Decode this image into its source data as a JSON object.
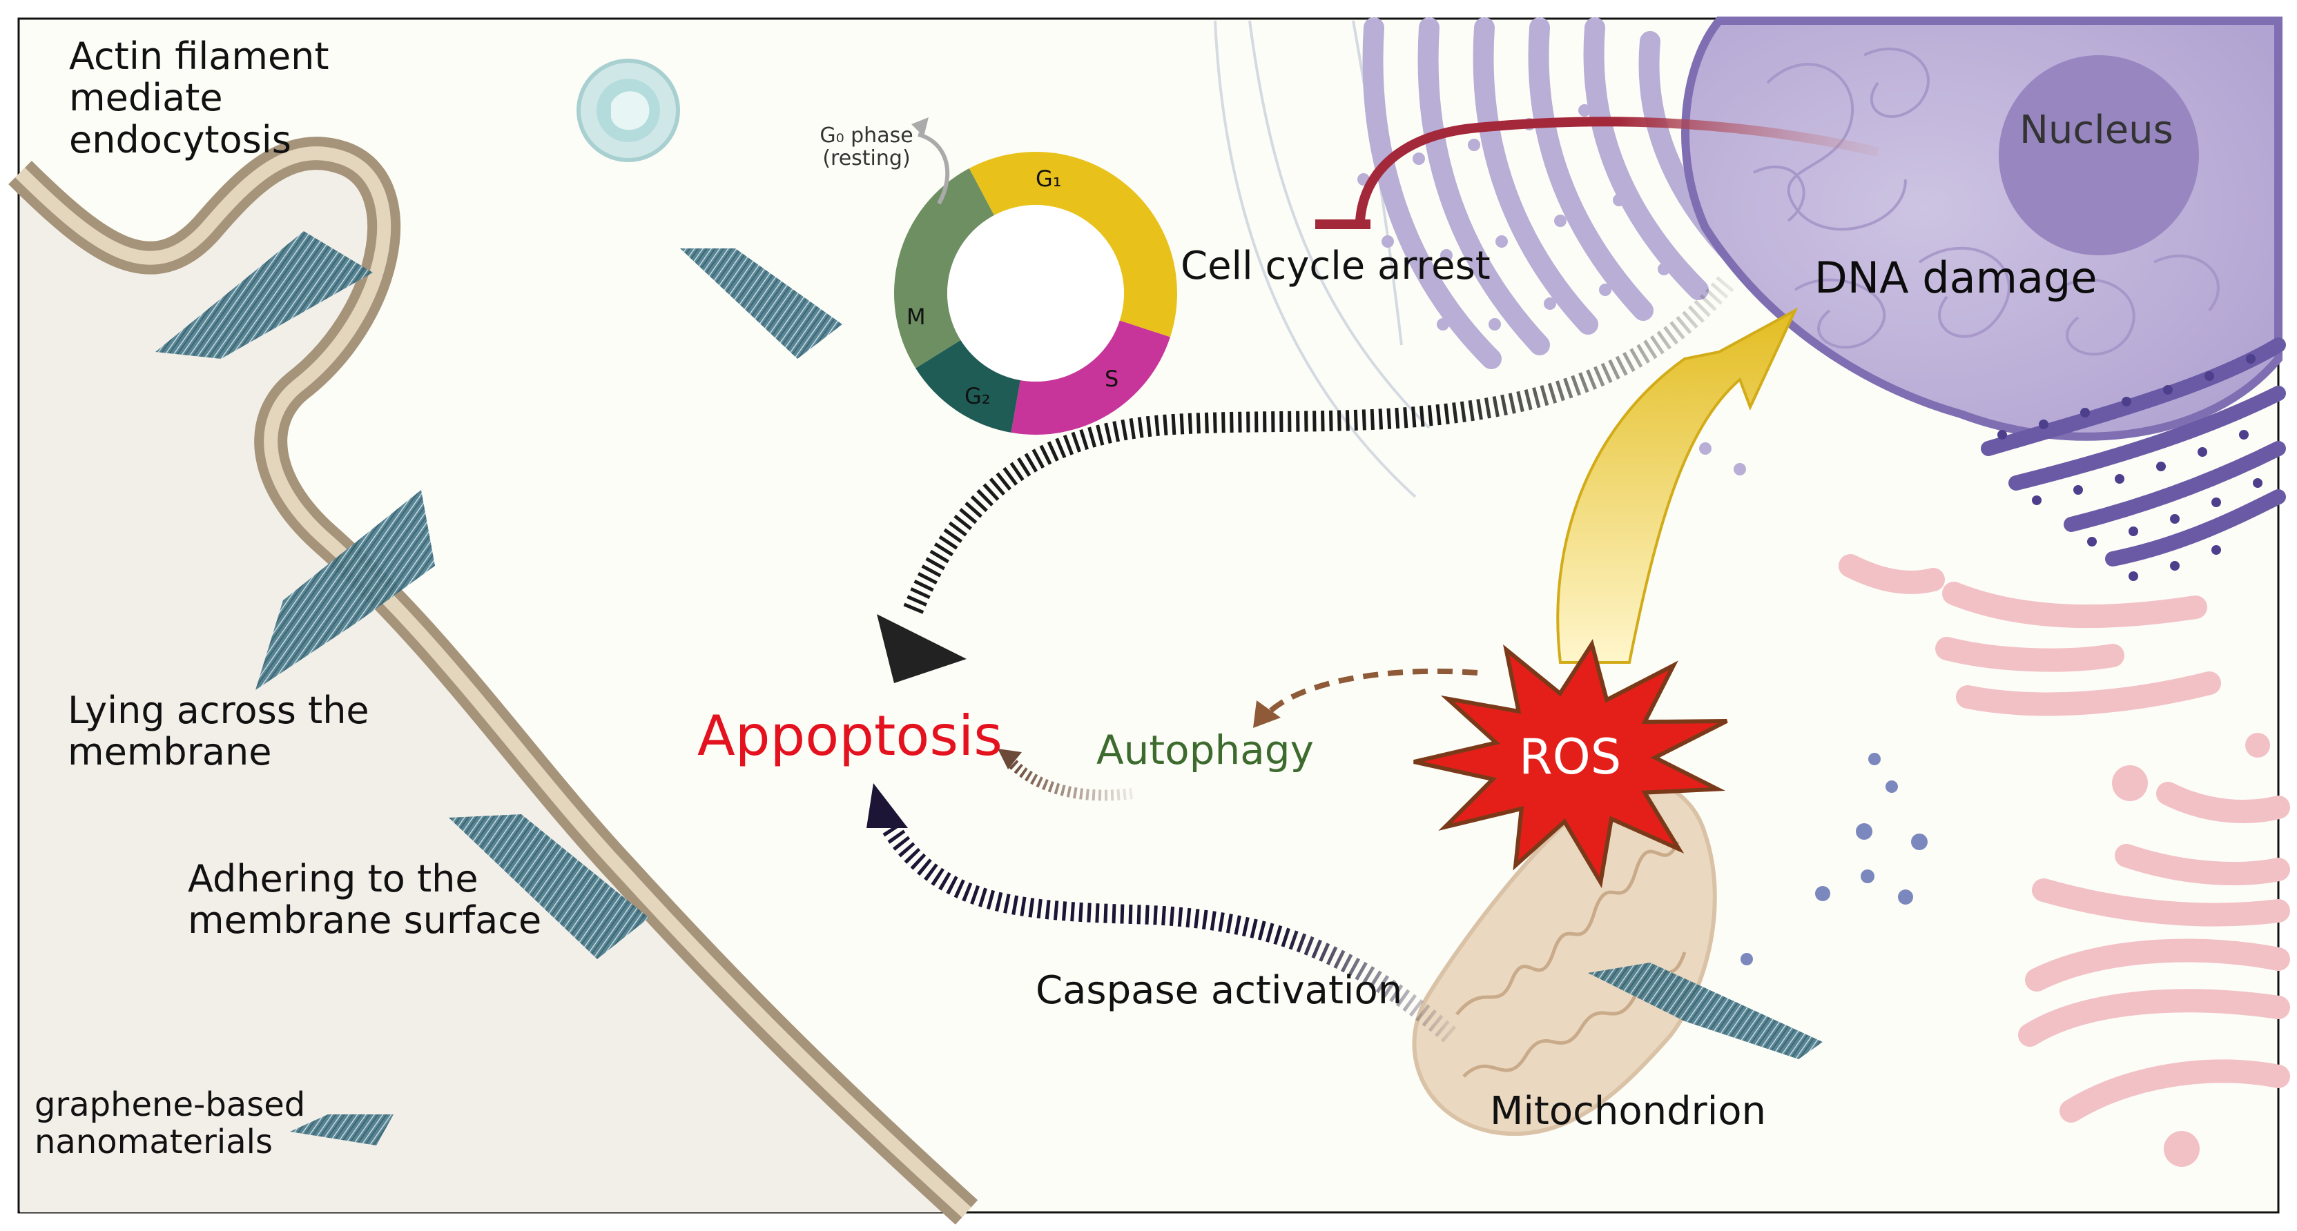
{
  "labels": {
    "actin": "Actin filament mediate endocytosis",
    "lying": "Lying across the membrane",
    "adhering": "Adhering to the membrane surface",
    "graphene": "graphene-based nanomaterials",
    "g0": "G₀ phase (resting)",
    "g1": "G₁",
    "s": "S",
    "g2": "G₂",
    "m": "M",
    "cell_cycle_arrest": "Cell cycle arrest",
    "nucleus": "Nucleus",
    "dna_damage": "DNA damage",
    "appoptosis": "Appoptosis",
    "autophagy": "Autophagy",
    "ros": "ROS",
    "caspase": "Caspase activation",
    "mitochondrion": "Mitochondrion"
  },
  "colors": {
    "background": "#fdfdf8",
    "membrane": "#b3a386",
    "appoptosis": "#e3121e",
    "autophagy": "#3d6b2e",
    "ros_star": "#e41f1a",
    "g1": "#e8c21a",
    "s": "#c8359a",
    "g2": "#1f5c55",
    "m": "#6e8f62",
    "nucleus": "#a898c8",
    "er_rough": "#6a5aa6",
    "golgi": "#f2c2c6",
    "mitochondrion": "#ebd8c0",
    "arrest_arrow": "#a3283a",
    "dna_arrow": "#e6c12a",
    "graphene": "#4f7f8f"
  },
  "icons": [
    "graphene-sheet-icon",
    "vesicle-icon",
    "ros-star-icon",
    "mitochondrion-icon",
    "nucleus-icon",
    "golgi-icon",
    "rough-er-icon",
    "cell-cycle-icon"
  ]
}
